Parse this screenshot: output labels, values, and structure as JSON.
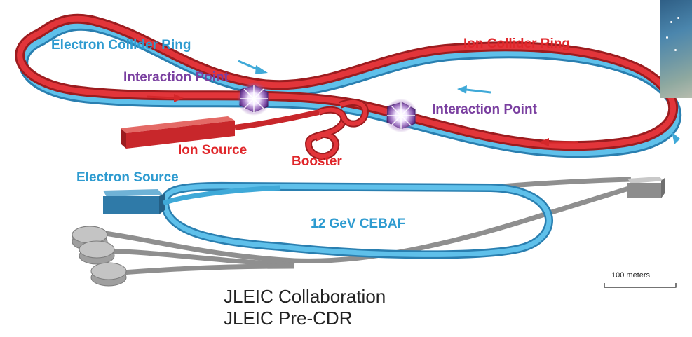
{
  "labels": {
    "electron_collider_ring": "Electron Collider Ring",
    "ion_collider_ring": "Ion Collider Ring",
    "interaction_point_left": "Interaction Point",
    "interaction_point_right": "Interaction Point",
    "ion_source": "Ion Source",
    "booster": "Booster",
    "electron_source": "Electron Source",
    "cebaf": "12 GeV CEBAF",
    "scale_bar": "100 meters"
  },
  "credits": {
    "line1": "JLEIC Collaboration",
    "line2": "JLEIC Pre-CDR"
  },
  "colors": {
    "ion_ring": "#d4272a",
    "electron_ring": "#3fa9d8",
    "electron_label": "#2e9bd0",
    "ion_label": "#e0262a",
    "interaction_label": "#7a3fa0",
    "gray_structure": "#9a9a9a"
  }
}
